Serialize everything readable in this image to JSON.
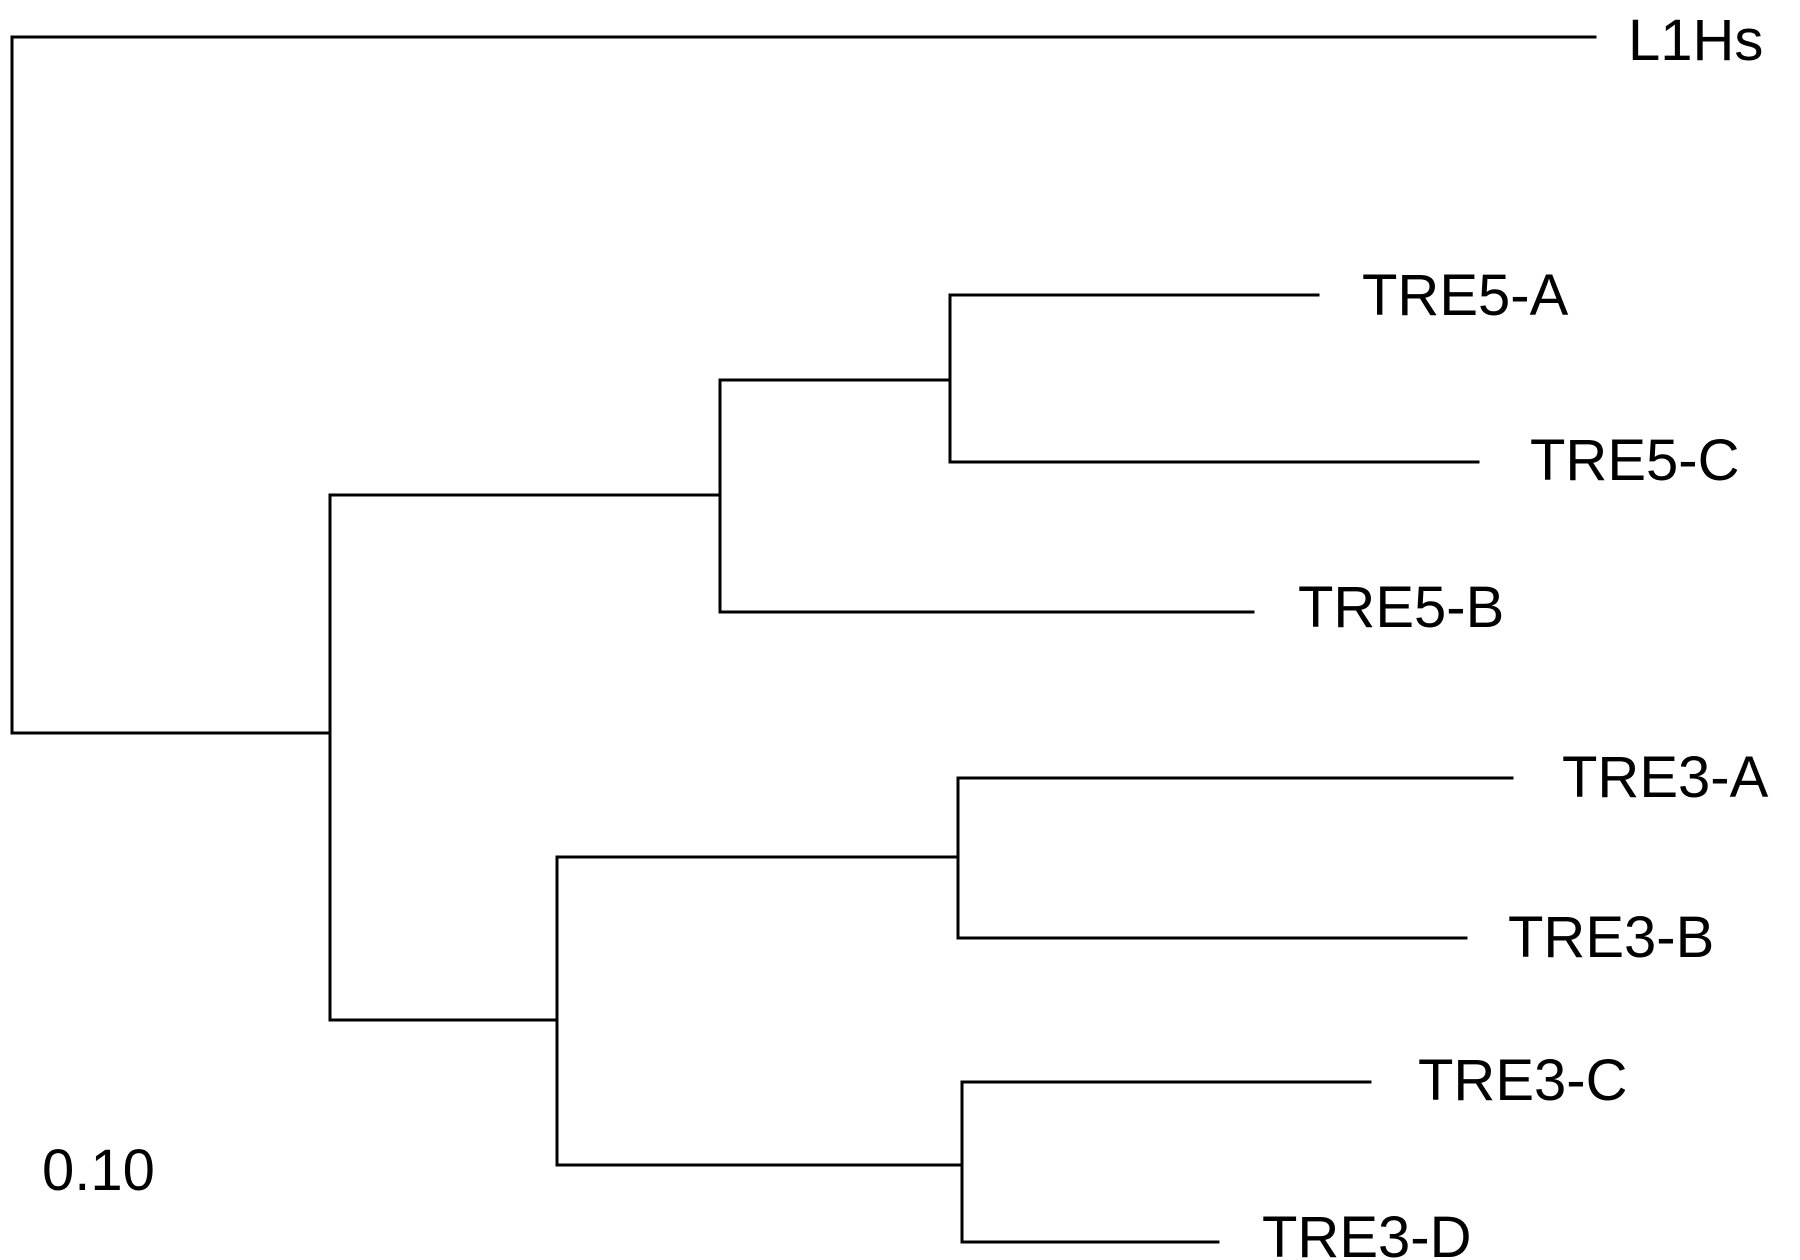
{
  "tree": {
    "taxa": [
      "L1Hs",
      "TRE5-A",
      "TRE5-C",
      "TRE5-B",
      "TRE3-A",
      "TRE3-B",
      "TRE3-C",
      "TRE3-D"
    ],
    "newick": "(L1Hs,(((TRE5-A,TRE5-C),TRE5-B),((TRE3-A,TRE3-B),(TRE3-C,TRE3-D))));",
    "scale_label": "0.10"
  },
  "colors": {
    "line": "#000000",
    "background": "#ffffff"
  }
}
